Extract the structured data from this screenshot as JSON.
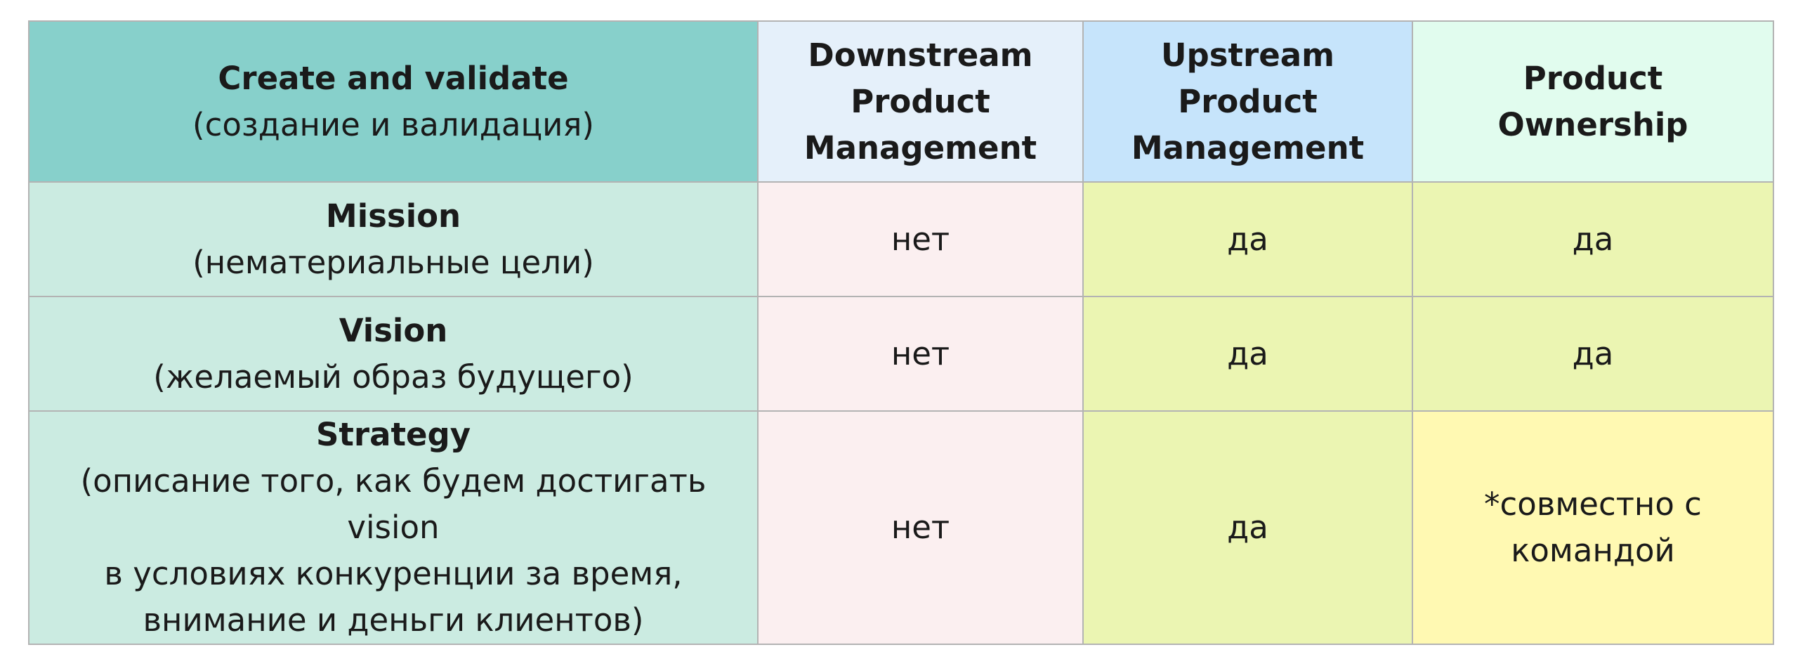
{
  "header": {
    "col1_title": "Create and validate",
    "col1_subtitle": "(создание и валидация)",
    "col2": [
      "Downstream",
      "Product",
      "Management"
    ],
    "col3": [
      "Upstream",
      "Product",
      "Management"
    ],
    "col4": [
      "Product",
      "Ownership"
    ]
  },
  "rows": [
    {
      "title": "Mission",
      "subtitle": [
        "(нематериальные цели)"
      ],
      "downstream": "нет",
      "upstream": "да",
      "ownership": [
        "да"
      ]
    },
    {
      "title": "Vision",
      "subtitle": [
        "(желаемый образ будущего)"
      ],
      "downstream": "нет",
      "upstream": "да",
      "ownership": [
        "да"
      ]
    },
    {
      "title": "Strategy",
      "subtitle": [
        "(описание того, как будем достигать vision",
        "в условиях конкуренции за время,",
        "внимание и деньги клиентов)"
      ],
      "downstream": "нет",
      "upstream": "да",
      "ownership": [
        "*совместно с",
        "командой"
      ]
    }
  ],
  "colors": {
    "header_col1": "#87d0cb",
    "header_col2": "#e5f0fa",
    "header_col3": "#c6e4fb",
    "header_col4": "#e1fcee",
    "first_col": "#cbebe1",
    "no_cell": "#fbeff0",
    "yes_cell": "#ebf5b2",
    "joint_cell": "#fff9b2"
  }
}
